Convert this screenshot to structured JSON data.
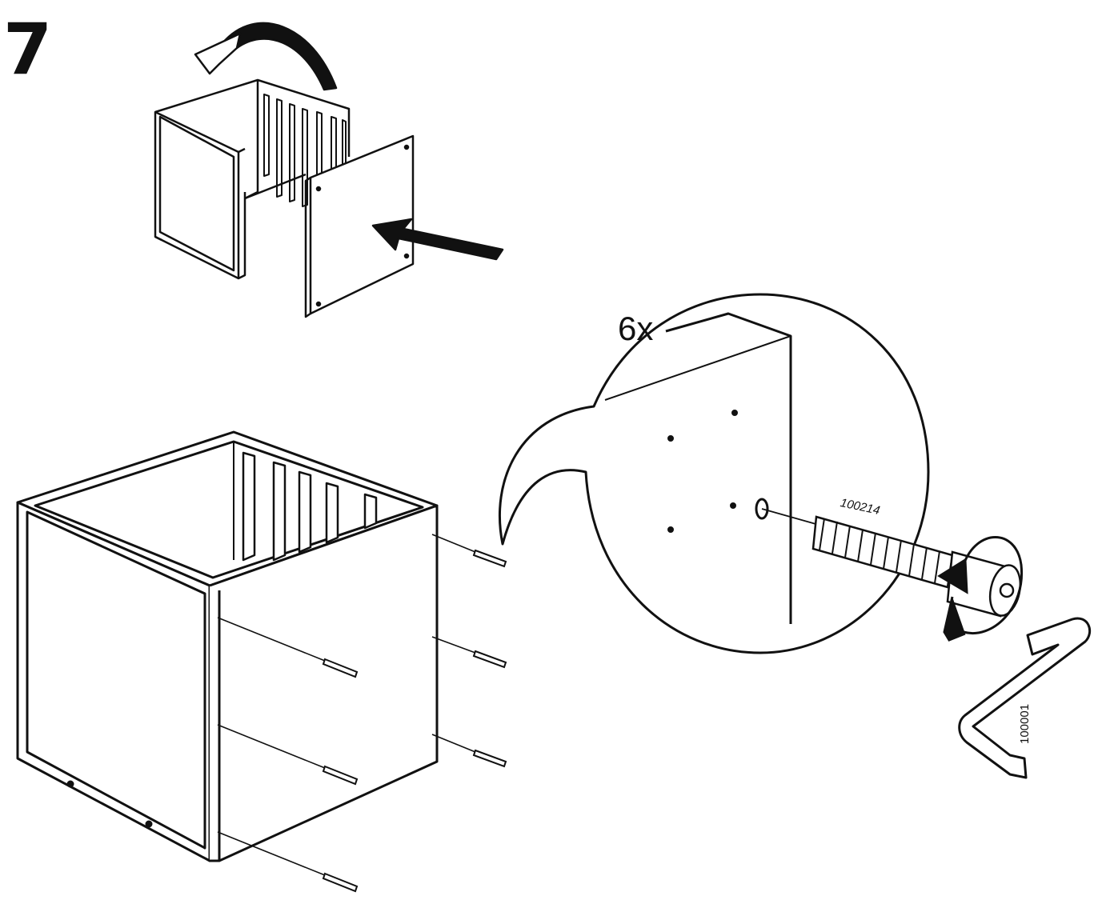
{
  "step": {
    "number": "7"
  },
  "detail": {
    "quantity": "6x",
    "part_number": "100214",
    "tool_number": "100001"
  },
  "icons": [
    "rotate-arrow-icon",
    "push-arrow-icon",
    "turn-direction-icon",
    "allen-key-icon",
    "screw-icon"
  ],
  "colors": {
    "ink": "#111111",
    "paper": "#ffffff",
    "shade": "#eeeeee"
  }
}
